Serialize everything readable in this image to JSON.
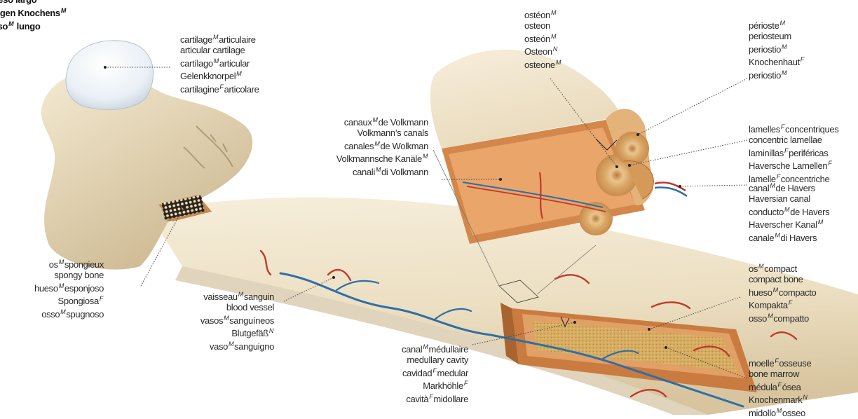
{
  "title_lines": [
    {
      "w": "hueso",
      "g": "",
      "r": " largo"
    },
    {
      "w": "langen Knochens",
      "g": "M",
      "r": ""
    },
    {
      "w": "osso",
      "g": "M",
      "r": " lungo"
    }
  ],
  "labels": {
    "articular_cartilage": [
      {
        "w": "cartilage",
        "g": "M",
        "r": "articulaire"
      },
      {
        "w": "articular cartilage",
        "g": "",
        "r": ""
      },
      {
        "w": "cartílago",
        "g": "M",
        "r": "articular"
      },
      {
        "w": "Gelenkknorpel",
        "g": "M",
        "r": ""
      },
      {
        "w": "cartilagine",
        "g": "F",
        "r": "articolare"
      }
    ],
    "osteon": [
      {
        "w": "ostéon",
        "g": "M",
        "r": ""
      },
      {
        "w": "osteon",
        "g": "",
        "r": ""
      },
      {
        "w": "osteón",
        "g": "M",
        "r": ""
      },
      {
        "w": "Osteon",
        "g": "N",
        "r": ""
      },
      {
        "w": "osteone",
        "g": "M",
        "r": ""
      }
    ],
    "periosteum": [
      {
        "w": "périoste",
        "g": "M",
        "r": ""
      },
      {
        "w": "periosteum",
        "g": "",
        "r": ""
      },
      {
        "w": "periostio",
        "g": "M",
        "r": ""
      },
      {
        "w": "Knochenhaut",
        "g": "F",
        "r": ""
      },
      {
        "w": "periostio",
        "g": "M",
        "r": ""
      }
    ],
    "concentric_lamellae": [
      {
        "w": "lamelles",
        "g": "F",
        "r": "concentriques"
      },
      {
        "w": "concentric lamellae",
        "g": "",
        "r": ""
      },
      {
        "w": "laminillas",
        "g": "F",
        "r": "periféricas"
      },
      {
        "w": "Haversche Lamellen",
        "g": "F",
        "r": ""
      },
      {
        "w": "lamelle",
        "g": "F",
        "r": "concentriche"
      }
    ],
    "volkmann_canals": [
      {
        "w": "canaux",
        "g": "M",
        "r": "de Volkmann"
      },
      {
        "w": "Volkmann’s canals",
        "g": "",
        "r": ""
      },
      {
        "w": "canales",
        "g": "M",
        "r": "de Wolkman"
      },
      {
        "w": "Volkmannsche Kanäle",
        "g": "M",
        "r": ""
      },
      {
        "w": "canali",
        "g": "M",
        "r": "di Volkmann"
      }
    ],
    "haversian_canal": [
      {
        "w": "canal",
        "g": "M",
        "r": "de Havers"
      },
      {
        "w": "Haversian canal",
        "g": "",
        "r": ""
      },
      {
        "w": "conducto",
        "g": "M",
        "r": "de Havers"
      },
      {
        "w": "Haverscher Kanal",
        "g": "M",
        "r": ""
      },
      {
        "w": "canale",
        "g": "M",
        "r": "di Havers"
      }
    ],
    "spongy_bone": [
      {
        "w": "os",
        "g": "M",
        "r": "spongieux"
      },
      {
        "w": "spongy bone",
        "g": "",
        "r": ""
      },
      {
        "w": "hueso",
        "g": "M",
        "r": "esponjoso"
      },
      {
        "w": "Spongiosa",
        "g": "F",
        "r": ""
      },
      {
        "w": "osso",
        "g": "M",
        "r": "spugnoso"
      }
    ],
    "blood_vessel": [
      {
        "w": "vaisseau",
        "g": "M",
        "r": "sanguin"
      },
      {
        "w": "blood vessel",
        "g": "",
        "r": ""
      },
      {
        "w": "vasos",
        "g": "M",
        "r": "sanguíneos"
      },
      {
        "w": "Blutgefäß",
        "g": "N",
        "r": ""
      },
      {
        "w": "vaso",
        "g": "M",
        "r": "sanguigno"
      }
    ],
    "compact_bone": [
      {
        "w": "os",
        "g": "M",
        "r": "compact"
      },
      {
        "w": "compact bone",
        "g": "",
        "r": ""
      },
      {
        "w": "hueso",
        "g": "M",
        "r": "compacto"
      },
      {
        "w": "Kompakta",
        "g": "F",
        "r": ""
      },
      {
        "w": "osso",
        "g": "M",
        "r": "compatto"
      }
    ],
    "medullary_cavity": [
      {
        "w": "canal",
        "g": "M",
        "r": "médullaire"
      },
      {
        "w": "medullary cavity",
        "g": "",
        "r": ""
      },
      {
        "w": "cavidad",
        "g": "F",
        "r": "medular"
      },
      {
        "w": "Markhöhle",
        "g": "F",
        "r": ""
      },
      {
        "w": "cavità",
        "g": "F",
        "r": "midollare"
      }
    ],
    "bone_marrow": [
      {
        "w": "moelle",
        "g": "F",
        "r": "osseuse"
      },
      {
        "w": "bone marrow",
        "g": "",
        "r": ""
      },
      {
        "w": "médula",
        "g": "F",
        "r": "ósea"
      },
      {
        "w": "Knochenmark",
        "g": "N",
        "r": ""
      },
      {
        "w": "midollo",
        "g": "M",
        "r": "osseo"
      }
    ]
  },
  "colors": {
    "bone": "#efe3c8",
    "bone_shadow": "#d2c09c",
    "cartilage": "#eef3f8",
    "compact": "#d4874a",
    "marrow": "#d9b36a",
    "artery": "#c0392b",
    "vein": "#2e6ea8",
    "leader": "#444444"
  }
}
